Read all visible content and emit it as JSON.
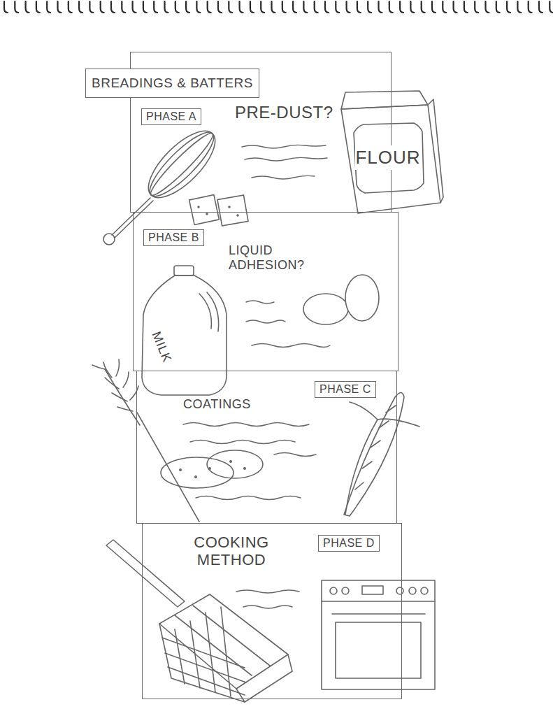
{
  "diagram": {
    "title": "BREADINGS & BATTERS",
    "nodes": [
      {
        "text": [
          "PRE-DUST?"
        ]
      },
      {
        "text": [
          "PHASE A"
        ],
        "in": 0
      },
      {
        "text": [
          "LIQUID ADHESION?"
        ]
      },
      {
        "text": [
          "PHASE B"
        ],
        "in": 2
      },
      {
        "text": [
          "COATINGS"
        ]
      },
      {
        "text": [
          "PHASE C"
        ],
        "in": 4
      },
      {
        "text": [
          "COOKING METHOD"
        ]
      },
      {
        "text": [
          "PHASE D"
        ],
        "in": 6
      }
    ],
    "labels": [
      "FLOUR",
      "MILK"
    ]
  }
}
